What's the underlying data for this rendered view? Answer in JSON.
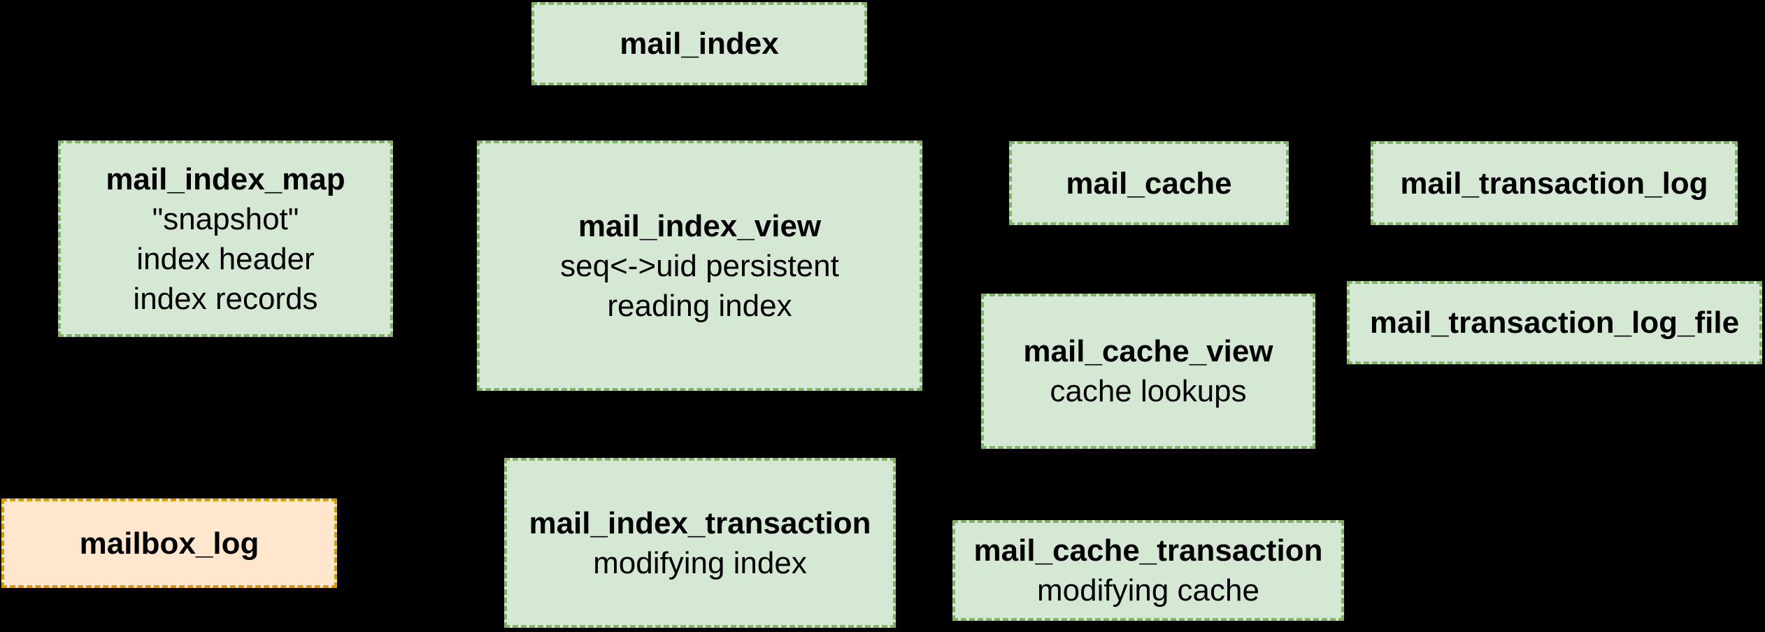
{
  "page": {
    "background": "#000000"
  },
  "colors": {
    "node_fill_green": "#d5e8d4",
    "node_border_green": "#82b366",
    "node_fill_orange": "#ffe6cc",
    "node_border_orange": "#d79b00",
    "text": "#000000"
  },
  "diagram": {
    "type": "component-diagram",
    "nodes": [
      {
        "id": "mail_index",
        "title": "mail_index",
        "lines": [],
        "variant": "green"
      },
      {
        "id": "mail_index_map",
        "title": "mail_index_map",
        "lines": [
          "\"snapshot\"",
          "index header",
          "index records"
        ],
        "variant": "green"
      },
      {
        "id": "mail_index_view",
        "title": "mail_index_view",
        "lines": [
          "seq<->uid persistent",
          "reading index"
        ],
        "variant": "green"
      },
      {
        "id": "mail_cache",
        "title": "mail_cache",
        "lines": [],
        "variant": "green"
      },
      {
        "id": "mail_transaction_log",
        "title": "mail_transaction_log",
        "lines": [],
        "variant": "green"
      },
      {
        "id": "mail_cache_view",
        "title": "mail_cache_view",
        "lines": [
          "cache lookups"
        ],
        "variant": "green"
      },
      {
        "id": "mail_transaction_log_file",
        "title": "mail_transaction_log_file",
        "lines": [],
        "variant": "green"
      },
      {
        "id": "mailbox_log",
        "title": "mailbox_log",
        "lines": [],
        "variant": "orange"
      },
      {
        "id": "mail_index_transaction",
        "title": "mail_index_transaction",
        "lines": [
          "modifying index"
        ],
        "variant": "green"
      },
      {
        "id": "mail_cache_transaction",
        "title": "mail_cache_transaction",
        "lines": [
          "modifying cache"
        ],
        "variant": "green"
      }
    ]
  }
}
